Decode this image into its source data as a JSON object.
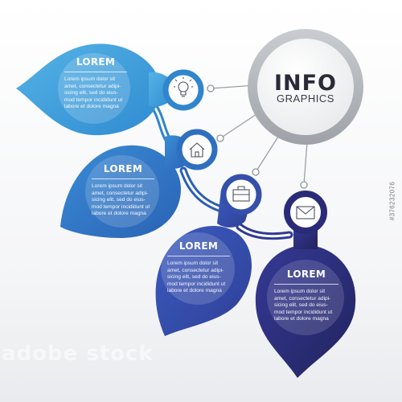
{
  "hub": {
    "title": "INFO",
    "subtitle": "GRAPHICS"
  },
  "cards": [
    {
      "title": "LOREM",
      "body": [
        "Lorem ipsum dolor sit",
        "amet, consectetur adipi-",
        "sicing elit, sed do eius-",
        "mod tempor incididunt ut",
        "labore et dolore magna"
      ],
      "icon": "lightbulb-icon",
      "color": "#3d9bd8"
    },
    {
      "title": "LOREM",
      "body": [
        "Lorem ipsum dolor sit",
        "amet, consectetur adipi-",
        "sicing elit, sed do eius-",
        "mod tempor incididunt ut",
        "labore et dolore magna"
      ],
      "icon": "home-icon",
      "color": "#2f74c0"
    },
    {
      "title": "LOREM",
      "body": [
        "Lorem ipsum dolor sit",
        "amet, consectetur adipi-",
        "sicing elit, sed do eius-",
        "mod tempor incididunt ut",
        "labore et dolore magna"
      ],
      "icon": "briefcase-icon",
      "color": "#3450a8"
    },
    {
      "title": "LOREM",
      "body": [
        "Lorem ipsum dolor sit",
        "amet, consectetur adipi-",
        "sicing elit, sed do eius-",
        "mod tempor incididunt ut",
        "labore et dolore magna"
      ],
      "icon": "envelope-icon",
      "color": "#2c2d7a"
    }
  ],
  "watermark": {
    "brand": "adobe stock",
    "id": "#376232076"
  }
}
